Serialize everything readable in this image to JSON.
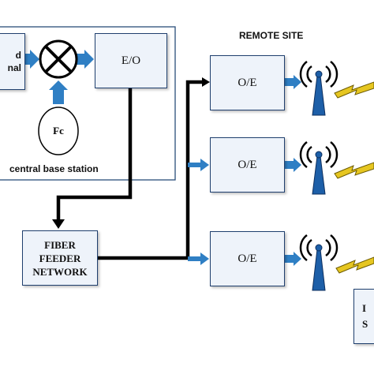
{
  "title": "",
  "central_station": {
    "label": "central base station",
    "input_signal_lines": [
      "d",
      "nal"
    ],
    "mixer_name": "mixer-icon",
    "oscillator_label": "Fc",
    "eo_label": "E/O"
  },
  "fiber_feeder": {
    "lines": [
      "FIBER",
      "FEEDER",
      "NETWORK"
    ]
  },
  "remote_site": {
    "label": "REMOTE SITE",
    "units": [
      {
        "label": "O/E",
        "antenna": "antenna-icon"
      },
      {
        "label": "O/E",
        "antenna": "antenna-icon"
      },
      {
        "label": "O/E",
        "antenna": "antenna-icon"
      }
    ]
  },
  "partial_box_lines": [
    "I",
    "S"
  ],
  "colors": {
    "accent_arrow": "#2f7fc4",
    "box_fill": "#eef3fa",
    "box_border": "#1f3f6e",
    "lightning": "#e6c620",
    "fiber_line": "#000000"
  }
}
